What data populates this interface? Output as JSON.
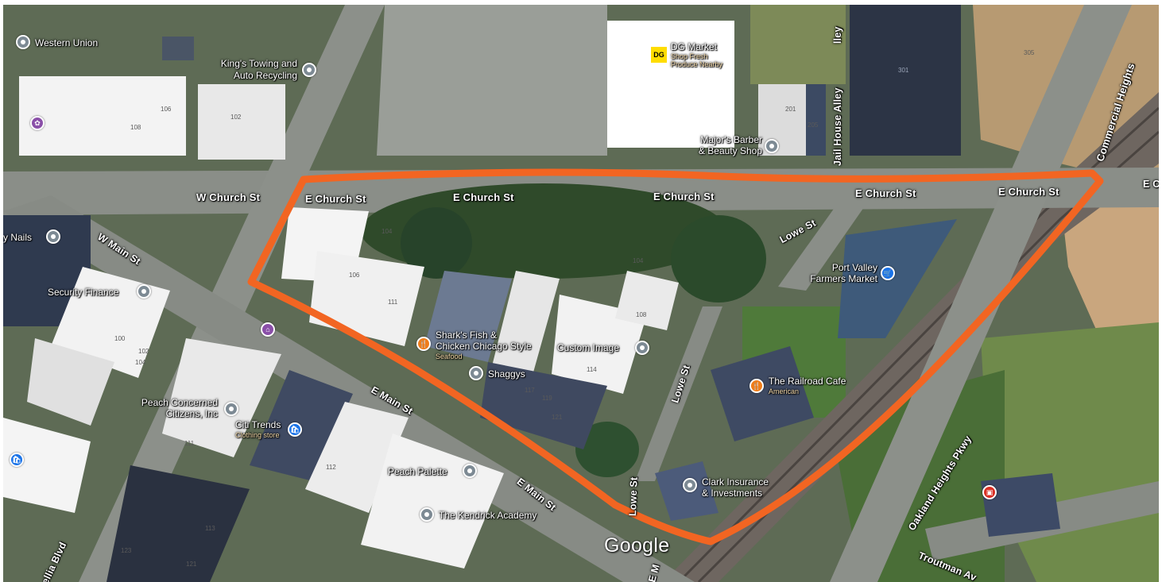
{
  "map": {
    "provider_logo": "Google",
    "streets": {
      "w_church": "W Church St",
      "e_church_1": "E Church St",
      "e_church_2": "E Church St",
      "e_church_3": "E Church St",
      "e_church_4": "E Church St",
      "e_church_5": "E Church St",
      "e_church_edge": "E C",
      "w_main": "W Main St",
      "e_main_1": "E Main St",
      "e_main_2": "E Main St",
      "lowe_1": "Lowe St",
      "lowe_2": "Lowe St",
      "lowe_3": "Lowe St",
      "jail_house": "Jail House Alley",
      "alley_top": "lley",
      "commercial_heights": "Commercial Heights",
      "oakland_heights": "Oakland Heights Pkwy",
      "troutman": "Troutman Av",
      "cellia": "ellia Blvd",
      "e_m": "E M"
    },
    "places": {
      "western_union": "Western Union",
      "kings_towing_1": "King's Towing and",
      "kings_towing_2": "Auto Recycling",
      "dg_market": "DG Market",
      "dg_market_sub_1": "Shop Fresh",
      "dg_market_sub_2": "Produce Nearby",
      "majors_barber_1": "Major's Barber",
      "majors_barber_2": "& Beauty Shop",
      "nails": "y Nails",
      "security_finance": "Security Finance",
      "port_valley_1": "Port Valley",
      "port_valley_2": "Farmers Market",
      "sharks_1": "Shark's Fish &",
      "sharks_2": "Chicken Chicago Style",
      "sharks_sub": "Seafood",
      "custom_image": "Custom Image",
      "shaggys": "Shaggys",
      "railroad_cafe": "The Railroad Cafe",
      "railroad_cafe_sub": "American",
      "peach_concerned_1": "Peach Concerned",
      "peach_concerned_2": "Citizens, Inc",
      "citi_trends": "Citi Trends",
      "citi_trends_sub": "Clothing store",
      "peach_palette": "Peach Palette",
      "kendrick_academy": "The Kendrick Academy",
      "clark_insurance_1": "Clark Insurance",
      "clark_insurance_2": "& Investments"
    },
    "building_numbers": {
      "n106a": "106",
      "n108a": "108",
      "n102a": "102",
      "n104a": "104",
      "n106b": "106",
      "n111": "111",
      "n104b": "104",
      "n108b": "108",
      "n114": "114",
      "n117": "117",
      "n119": "119",
      "n121a": "121",
      "n100": "100",
      "n102b": "102",
      "n104c": "104",
      "n112": "112",
      "n113": "113",
      "n121b": "121",
      "n123": "123",
      "n301": "301",
      "n201": "201",
      "n205": "205",
      "n305": "305",
      "n111b": "111"
    },
    "colors": {
      "highlight_outline": "#f26522",
      "poi_generic": "#7d8a94",
      "poi_food": "#ef7d1a",
      "poi_shopping": "#1a73e8"
    }
  }
}
